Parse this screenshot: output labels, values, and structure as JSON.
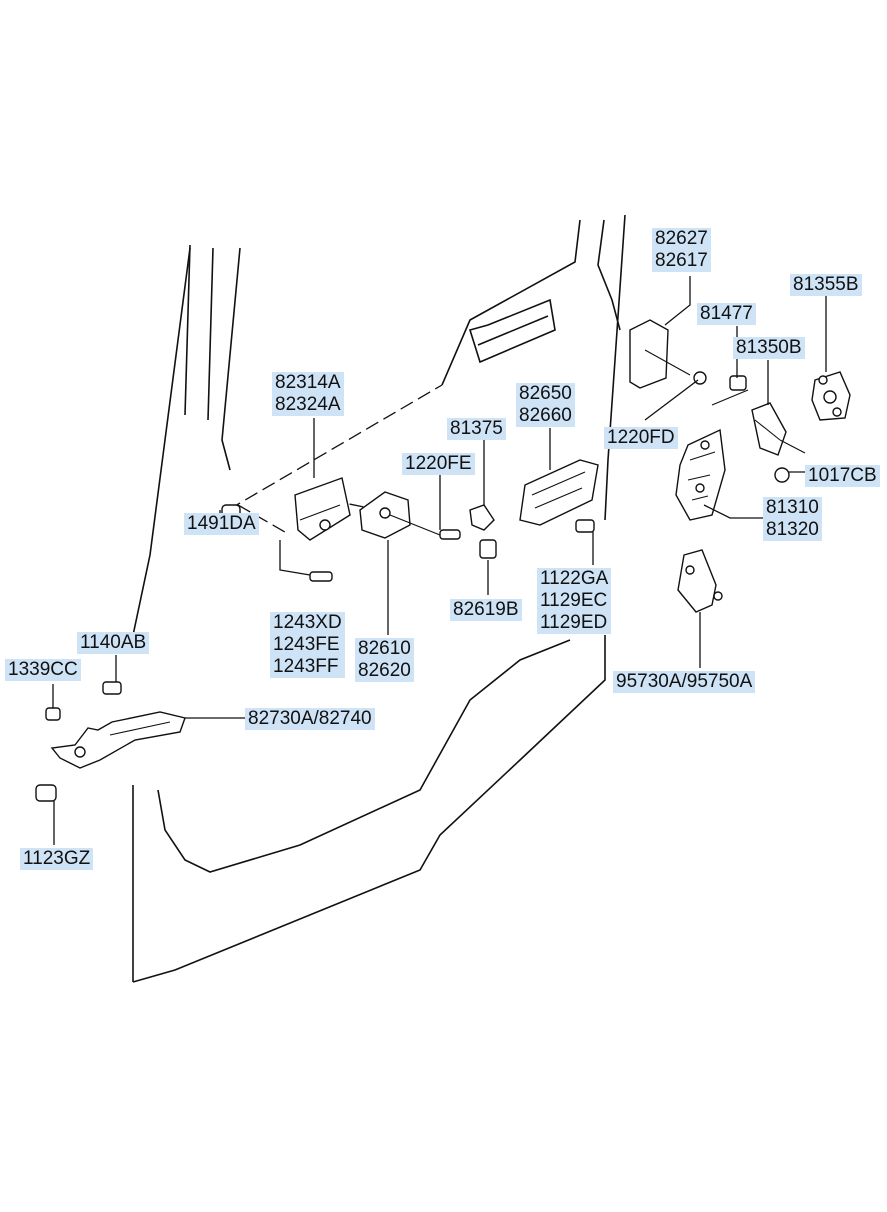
{
  "labels": {
    "p82627": [
      "82627",
      "82617"
    ],
    "p81355b": [
      "81355B"
    ],
    "p81477": [
      "81477"
    ],
    "p81350b": [
      "81350B"
    ],
    "p82314a": [
      "82314A",
      "82324A"
    ],
    "p82650": [
      "82650",
      "82660"
    ],
    "p81375": [
      "81375"
    ],
    "p1220fd": [
      "1220FD"
    ],
    "p1220fe": [
      "1220FE"
    ],
    "p1017cb": [
      "1017CB"
    ],
    "p1491da": [
      "1491DA"
    ],
    "p81310": [
      "81310",
      "81320"
    ],
    "p1122ga": [
      "1122GA",
      "1129EC",
      "1129ED"
    ],
    "p82619b": [
      "82619B"
    ],
    "p1243xd": [
      "1243XD",
      "1243FE",
      "1243FF"
    ],
    "p82610": [
      "82610",
      "82620"
    ],
    "p1140ab": [
      "1140AB"
    ],
    "p1339cc": [
      "1339CC"
    ],
    "p95730a": [
      "95730A/95750A"
    ],
    "p82730a": [
      "82730A/82740"
    ],
    "p1123gz": [
      "1123GZ"
    ]
  },
  "colors": {
    "label_bg": "#cfe3f6",
    "line": "#111111"
  }
}
